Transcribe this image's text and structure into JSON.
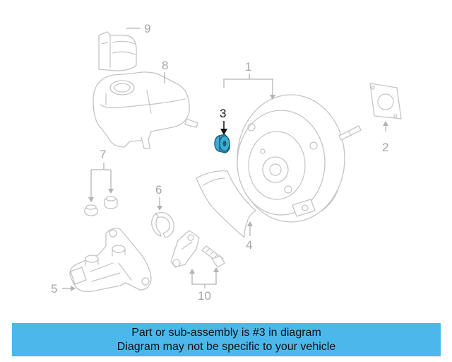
{
  "callouts": {
    "c1": "1",
    "c2": "2",
    "c3": "3",
    "c4": "4",
    "c5": "5",
    "c6": "6",
    "c7": "7",
    "c8": "8",
    "c9": "9",
    "c10": "10"
  },
  "highlight": {
    "part": "3",
    "color": "#3aaed4"
  },
  "banner": {
    "line1": "Part or sub-assembly is #3 in diagram",
    "line2": "Diagram may not be specific to your vehicle",
    "background": "#4bb8ec"
  }
}
